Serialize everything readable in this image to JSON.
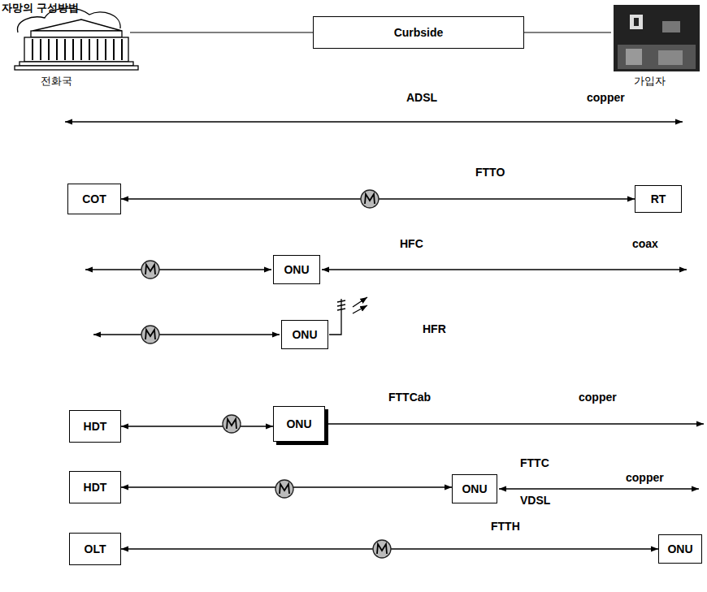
{
  "diagram": {
    "title": "자망의 구성방법",
    "nodes": [
      {
        "text": [
          "Curbside"
        ]
      },
      {
        "text": [
          "COT"
        ]
      },
      {
        "text": [
          "RT"
        ]
      },
      {
        "text": [
          "ONU"
        ]
      },
      {
        "text": [
          "ONU"
        ]
      },
      {
        "text": [
          "HDT"
        ]
      },
      {
        "text": [
          "ONU"
        ]
      },
      {
        "text": [
          "HDT"
        ]
      },
      {
        "text": [
          "ONU"
        ]
      },
      {
        "text": [
          "OLT"
        ]
      },
      {
        "text": [
          "ONU"
        ]
      }
    ],
    "edges": [
      {
        "from": 1,
        "to": 2,
        "arrow": "both"
      },
      {
        "from": 5,
        "to": 6,
        "arrow": "both"
      },
      {
        "from": 7,
        "to": 8,
        "arrow": "both"
      },
      {
        "from": 9,
        "to": 10,
        "arrow": "both"
      }
    ],
    "labels": [
      "전화국",
      "가입자",
      "ADSL",
      "copper",
      "FTTO",
      "HFC",
      "coax",
      "HFR",
      "FTTCab",
      "copper",
      "FTTC",
      "copper",
      "VDSL",
      "FTTH"
    ]
  }
}
